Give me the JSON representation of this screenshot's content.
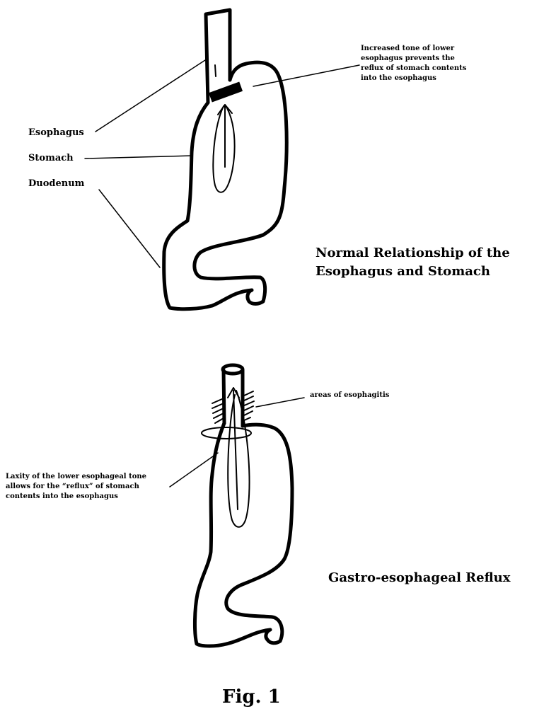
{
  "top_diagram": {
    "labels": {
      "esophagus": "Esophagus",
      "stomach": "Stomach",
      "duodenum": "Duodenum"
    },
    "annotation": "Increased tone of lower\nesophagus prevents the\nreflux of stomach contents\ninto the esophagus",
    "caption": "Normal Relationship of the\nEsophagus and Stomach"
  },
  "bottom_diagram": {
    "esophagitis_note": "areas of esophagitis",
    "laxity_note": "Laxity of the lower esophageal tone\nallows for the “reflux” of stomach\ncontents into the esophagus",
    "caption": "Gastro-esophageal Reflux"
  },
  "figure_label": "Fig. 1"
}
